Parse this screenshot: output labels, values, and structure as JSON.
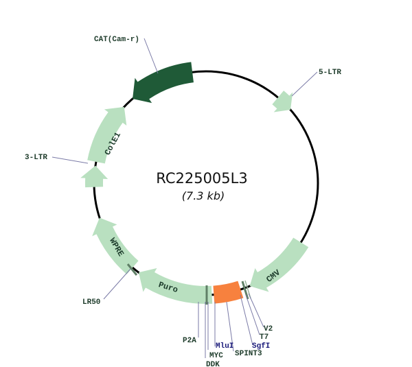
{
  "plasmid": {
    "name": "RC225005L3",
    "size": "(7.3 kb)"
  },
  "colors": {
    "backbone": "#000000",
    "light_feature": "#b9e0c0",
    "dark_feature": "#1f5a37",
    "orf": "#f7813e",
    "tick": "#5f7f66",
    "leader_line": "#7a7aa6",
    "label_dark": "#1d3b2a",
    "label_site": "#1a1a7a"
  },
  "features": [
    {
      "name": "CAT (Cam-r)",
      "type": "dark",
      "start": 319,
      "end": 353,
      "direction": "ccw",
      "label": "CAT(Cam-r)"
    },
    {
      "name": "5-LTR",
      "type": "light",
      "start": 40,
      "end": 49,
      "direction": "cw",
      "label": "5-LTR"
    },
    {
      "name": "ColE1",
      "type": "light",
      "start": 281,
      "end": 313,
      "direction": "cw",
      "label": "ColE1"
    },
    {
      "name": "3-LTR",
      "type": "light",
      "start": 268,
      "end": 279,
      "direction": "cw",
      "label": "3-LTR"
    },
    {
      "name": "WPRE",
      "type": "light",
      "start": 221,
      "end": 252,
      "direction": "cw",
      "label": "WPRE"
    },
    {
      "name": "Puro",
      "type": "light",
      "start": 177,
      "end": 217,
      "direction": "cw",
      "label": "Puro"
    },
    {
      "name": "ORF",
      "type": "orf",
      "start": 162,
      "end": 176,
      "direction": "none",
      "label": ""
    },
    {
      "name": "CMV",
      "type": "light",
      "start": 122,
      "end": 157,
      "direction": "cw",
      "label": "CMV"
    }
  ],
  "labels": [
    {
      "text": "CAT(Cam-r)",
      "kind": "feature"
    },
    {
      "text": "5-LTR",
      "kind": "feature"
    },
    {
      "text": "3-LTR",
      "kind": "feature"
    },
    {
      "text": "LR50",
      "kind": "feature"
    },
    {
      "text": "P2A",
      "kind": "feature"
    },
    {
      "text": "MYC",
      "kind": "feature"
    },
    {
      "text": "DDK",
      "kind": "feature"
    },
    {
      "text": "MluI",
      "kind": "site"
    },
    {
      "text": "SPINT3",
      "kind": "feature"
    },
    {
      "text": "SgfI",
      "kind": "site"
    },
    {
      "text": "T7",
      "kind": "feature"
    },
    {
      "text": "V2",
      "kind": "feature"
    }
  ],
  "arc_labels": [
    {
      "text": "ColE1"
    },
    {
      "text": "WPRE"
    },
    {
      "text": "Puro"
    },
    {
      "text": "CMV"
    }
  ]
}
